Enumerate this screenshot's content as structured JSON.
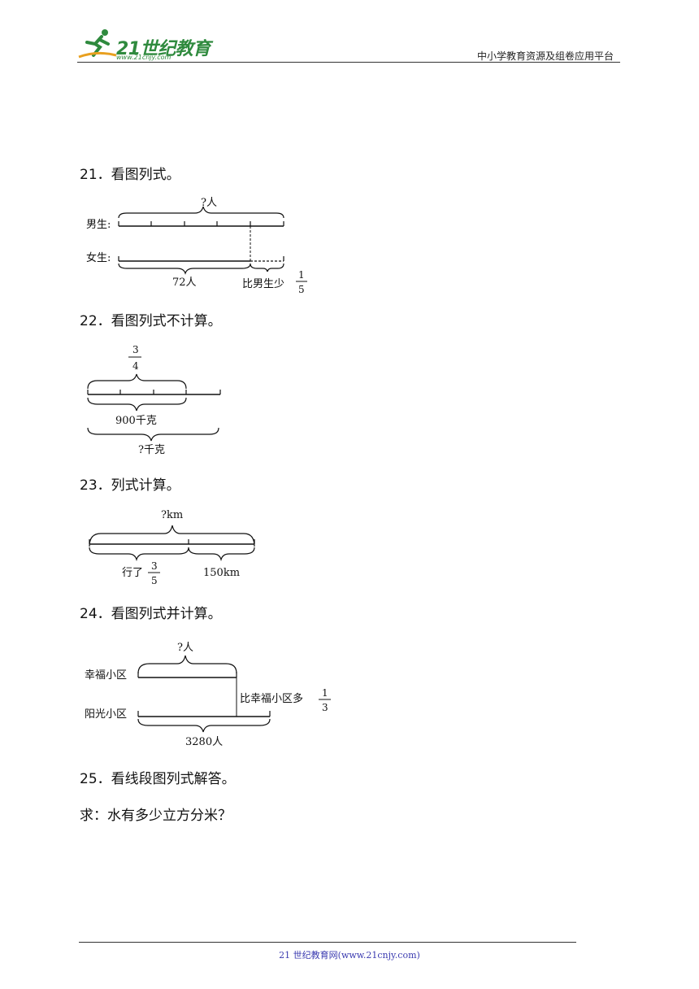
{
  "header": {
    "logo_text": "21世纪教育",
    "logo_url": "www.21cnjy.com",
    "right_text": "中小学教育资源及组卷应用平台"
  },
  "questions": [
    {
      "text": "21．看图列式。"
    },
    {
      "text": "22．看图列式不计算。"
    },
    {
      "text": "23．列式计算。"
    },
    {
      "text": "24．看图列式并计算。"
    },
    {
      "text": "25．看线段图列式解答。"
    }
  ],
  "q25_sub": "求：水有多少立方分米？",
  "fig21": {
    "top_label": "?人",
    "row1": "男生:",
    "row2": "女生:",
    "bottom_left": "72人",
    "bottom_right": "比男生少",
    "frac_num": "1",
    "frac_den": "5"
  },
  "fig22": {
    "frac_num": "3",
    "frac_den": "4",
    "mid_label": "900千克",
    "bottom_label": "?千克"
  },
  "fig23": {
    "top_label": "?km",
    "left_label": "行了",
    "frac_num": "3",
    "frac_den": "5",
    "right_label": "150km"
  },
  "fig24": {
    "top_label": "?人",
    "row1": "幸福小区",
    "row2": "阳光小区",
    "side_label": "比幸福小区多",
    "frac_num": "1",
    "frac_den": "3",
    "bottom_label": "3280人"
  },
  "footer": {
    "text": "21 世纪教育网(www.21cnjy.com)"
  }
}
